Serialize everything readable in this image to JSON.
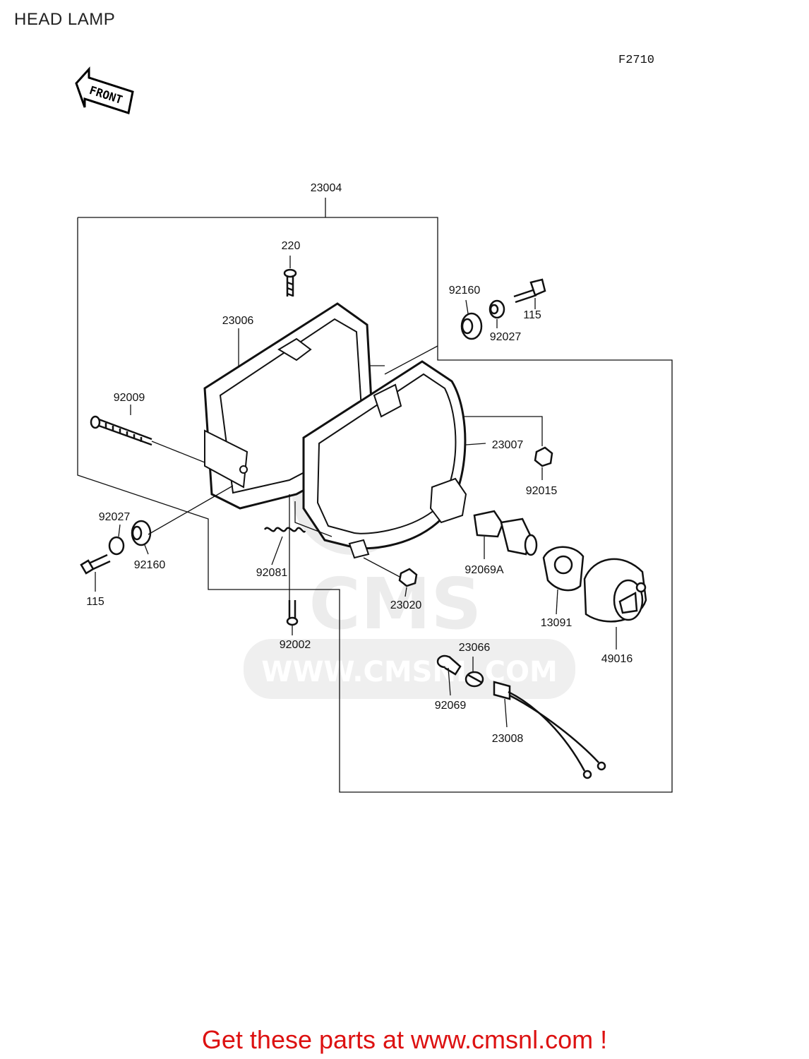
{
  "page": {
    "title": "HEAD LAMP",
    "figure_code": "F2710"
  },
  "front_arrow": {
    "label": "FRONT"
  },
  "watermark": {
    "logo": "CMS",
    "url": "WWW.CMSNL.COM"
  },
  "parts": {
    "p23004": "23004",
    "p220": "220",
    "p92160_top": "92160",
    "p115_top": "115",
    "p92027_top": "92027",
    "p23006": "23006",
    "p92009": "92009",
    "p23007": "23007",
    "p92015": "92015",
    "p92027_left": "92027",
    "p92160_left": "92160",
    "p115_left": "115",
    "p92081": "92081",
    "p23020": "23020",
    "p92069A": "92069A",
    "p13091": "13091",
    "p92002": "92002",
    "p49016": "49016",
    "p23066": "23066",
    "p92069": "92069",
    "p23008": "23008"
  },
  "footer": {
    "promo_text": "Get these parts at www.cmsnl.com !",
    "promo_color": "#dd1111"
  }
}
